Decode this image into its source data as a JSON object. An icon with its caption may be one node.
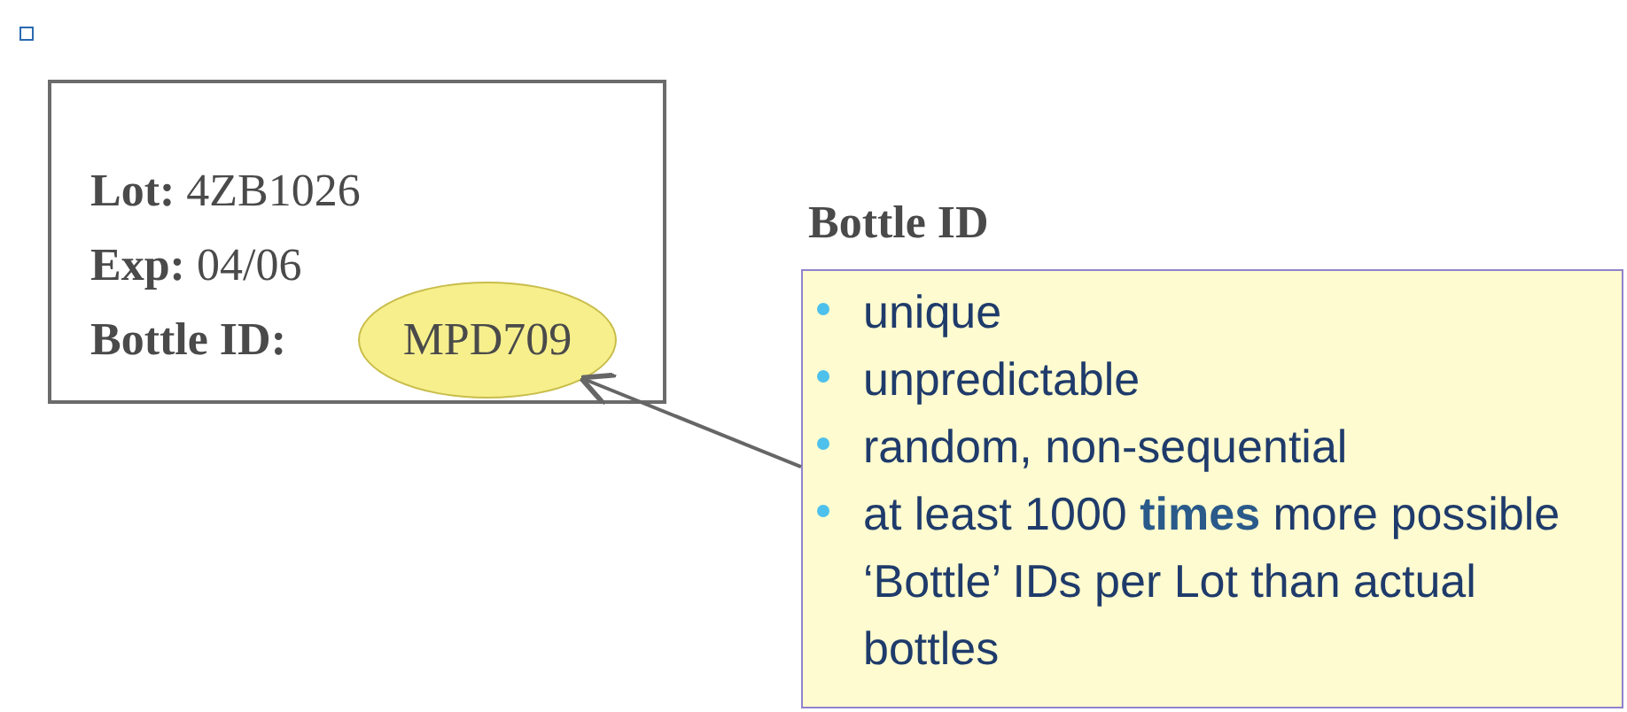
{
  "diagram": {
    "nodes": [
      {
        "text": [
          "**Lot:** 4ZB1026",
          "**Exp:** 04/06",
          "**Bottle ID:**"
        ]
      },
      {
        "text": [
          "MPD709"
        ],
        "in": 0
      },
      {
        "text": [
          "Bottle ID",
          "unique",
          "unpredictable",
          "random, non-sequential",
          "at least 1000 **times** more possible ‘Bottle’ IDs per Lot than actual bottles"
        ]
      }
    ],
    "edges": [
      {
        "from": 2,
        "to": 1,
        "arrow": "to"
      }
    ]
  }
}
